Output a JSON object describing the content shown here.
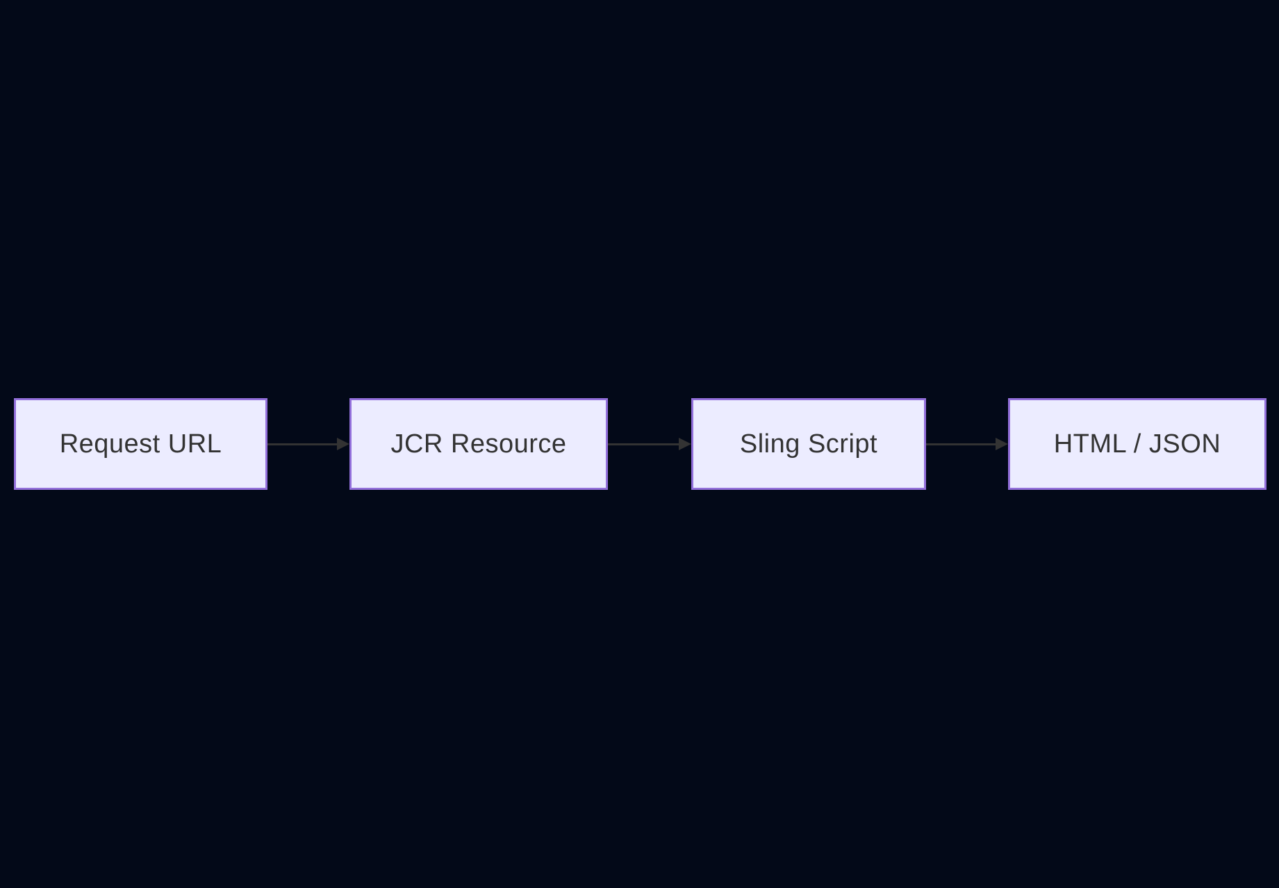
{
  "flowchart": {
    "type": "flow",
    "direction": "left-to-right",
    "nodes": [
      {
        "id": "request-url",
        "label": "Request URL"
      },
      {
        "id": "jcr-resource",
        "label": "JCR Resource"
      },
      {
        "id": "sling-script",
        "label": "Sling Script"
      },
      {
        "id": "html-json",
        "label": "HTML / JSON"
      }
    ],
    "edges": [
      {
        "from": "request-url",
        "to": "jcr-resource",
        "style": "arrow"
      },
      {
        "from": "jcr-resource",
        "to": "sling-script",
        "style": "arrow"
      },
      {
        "from": "sling-script",
        "to": "html-json",
        "style": "arrow"
      }
    ],
    "colors": {
      "background": "#030918",
      "node_fill": "#ECECFF",
      "node_border": "#9370DB",
      "node_text": "#333333",
      "edge": "#333333"
    }
  }
}
